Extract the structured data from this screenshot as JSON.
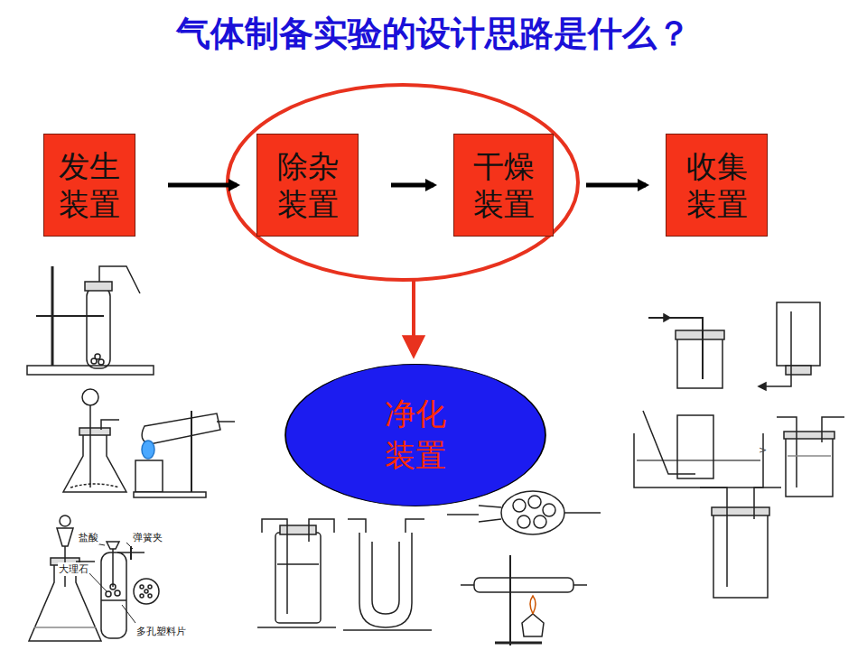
{
  "diagram": {
    "title": "气体制备实验的设计思路是什么？",
    "nodes": [
      {
        "text": [
          "发生装置"
        ]
      },
      {
        "text": [
          "除杂装置"
        ]
      },
      {
        "text": [
          "干燥装置"
        ]
      },
      {
        "text": [
          "收集装置"
        ]
      },
      {
        "text": [
          "净化装置"
        ]
      }
    ],
    "edges": [
      {
        "from": 0,
        "to": 1,
        "arrow": "to"
      },
      {
        "from": 1,
        "to": 2,
        "arrow": "to"
      },
      {
        "from": 2,
        "to": 3,
        "arrow": "to"
      }
    ],
    "labels": [
      "盐酸",
      "弹簧夹",
      "大理石",
      "多孔塑料片"
    ]
  }
}
